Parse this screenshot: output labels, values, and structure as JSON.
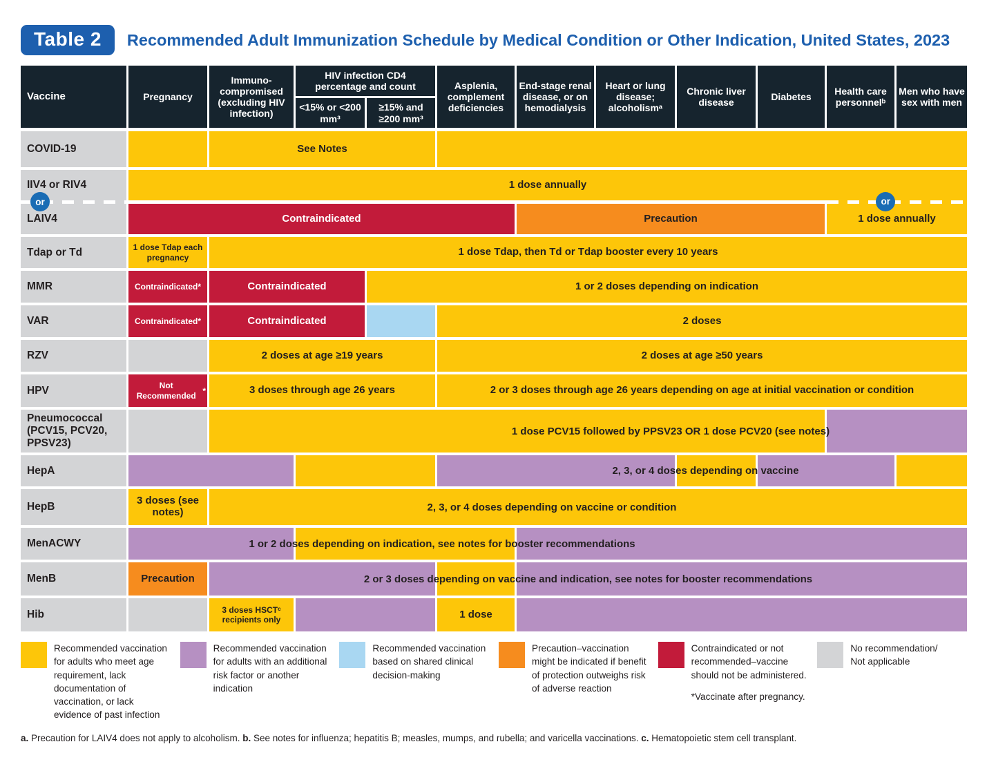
{
  "palette": {
    "yellow": "#FDC609",
    "purple": "#B690C2",
    "blue": "#A9D7F2",
    "orange": "#F68C1E",
    "red": "#C21B3A",
    "gray": "#D3D4D6",
    "header_dark": "#16242E",
    "title_blue": "#1D5FAE",
    "badge_blue": "#1D5FAE",
    "or_blue": "#1A6CB4"
  },
  "header": {
    "badge": "Table 2",
    "title": "Recommended Adult Immunization Schedule by Medical Condition or Other Indication, United States, 2023"
  },
  "columns": [
    {
      "label": "Vaccine"
    },
    {
      "label": "Pregnancy"
    },
    {
      "label": "Immuno-compromised (excluding HIV infection)"
    },
    {
      "group": "HIV infection CD4 percentage and count",
      "sub": [
        "<15% or <200 mm³",
        "≥15% and ≥200 mm³"
      ]
    },
    {
      "label": "Asplenia, complement deficiencies"
    },
    {
      "label": "End-stage renal disease, or on hemodialysis"
    },
    {
      "label": "Heart or lung disease; alcoholismᵃ"
    },
    {
      "label": "Chronic liver disease"
    },
    {
      "label": "Diabetes"
    },
    {
      "label": "Health care personnelᵇ"
    },
    {
      "label": "Men who have sex with men"
    }
  ],
  "rows": [
    {
      "label": "COVID-19",
      "h": 52,
      "cells": [
        {
          "c": "yellow",
          "s": 1,
          "e": 1
        },
        {
          "c": "yellow",
          "s": 2,
          "e": 4,
          "t": "See Notes"
        },
        {
          "c": "yellow",
          "s": 5,
          "e": 11
        }
      ]
    },
    {
      "type": "flu",
      "label_top": "IIV4 or RIV4",
      "label_bottom": "LAIV4",
      "or_label": "or",
      "top": {
        "c": "yellow",
        "t": "1 dose annually"
      },
      "bottom": [
        {
          "c": "red",
          "s": 1,
          "e": 5,
          "t": "Contraindicated",
          "tc": "white"
        },
        {
          "c": "orange",
          "s": 6,
          "e": 9,
          "t": "Precaution"
        },
        {
          "c": "yellow",
          "s": 10,
          "e": 11,
          "t": "1 dose annually"
        }
      ]
    },
    {
      "label": "Tdap or Td",
      "h": 45,
      "cells": [
        {
          "c": "yellow",
          "s": 1,
          "e": 1,
          "t": "1 dose Tdap each pregnancy",
          "small": true
        },
        {
          "c": "yellow",
          "s": 2,
          "e": 11,
          "t": "1 dose Tdap, then Td or Tdap booster every 10 years"
        }
      ]
    },
    {
      "label": "MMR",
      "h": 46,
      "cells": [
        {
          "c": "red",
          "s": 1,
          "e": 1,
          "t": "Contraindicated*",
          "small": true,
          "tc": "white"
        },
        {
          "c": "red",
          "s": 2,
          "e": 3,
          "t": "Contraindicated",
          "tc": "white"
        },
        {
          "c": "yellow",
          "s": 4,
          "e": 11,
          "t": "1 or 2 doses depending on indication"
        }
      ]
    },
    {
      "label": "VAR",
      "h": 46,
      "cells": [
        {
          "c": "red",
          "s": 1,
          "e": 1,
          "t": "Contraindicated*",
          "small": true,
          "tc": "white"
        },
        {
          "c": "red",
          "s": 2,
          "e": 3,
          "t": "Contraindicated",
          "tc": "white"
        },
        {
          "c": "blue",
          "s": 4,
          "e": 4
        },
        {
          "c": "yellow",
          "s": 5,
          "e": 11,
          "t": "2 doses"
        }
      ]
    },
    {
      "label": "RZV",
      "h": 46,
      "cells": [
        {
          "c": "gray",
          "s": 1,
          "e": 1
        },
        {
          "c": "yellow",
          "s": 2,
          "e": 4,
          "t": "2 doses at age ≥19 years"
        },
        {
          "c": "yellow",
          "s": 5,
          "e": 11,
          "t": "2 doses at age ≥50 years"
        }
      ]
    },
    {
      "label": "HPV",
      "h": 47,
      "cells": [
        {
          "c": "red",
          "s": 1,
          "e": 1,
          "t": "Not Recommended*",
          "small": true,
          "tc": "white"
        },
        {
          "c": "yellow",
          "s": 2,
          "e": 4,
          "t": "3 doses through age 26 years"
        },
        {
          "c": "yellow",
          "s": 5,
          "e": 11,
          "t": "2 or 3 doses through age 26 years depending on age at initial vaccination or condition"
        }
      ]
    },
    {
      "label": "Pneumococcal (PCV15, PCV20, PPSV23)",
      "h": 62,
      "cells": [
        {
          "c": "gray",
          "s": 1,
          "e": 1
        },
        {
          "c": "yellow",
          "s": 2,
          "e": 9
        },
        {
          "c": "purple",
          "s": 10,
          "e": 11
        }
      ],
      "overlay": {
        "t": "1 dose PCV15 followed by PPSV23 OR 1 dose PCV20 (see notes)",
        "s": 6,
        "e": 9
      }
    },
    {
      "label": "HepA",
      "h": 45,
      "cells": [
        {
          "c": "purple",
          "s": 1,
          "e": 2
        },
        {
          "c": "yellow",
          "s": 3,
          "e": 4
        },
        {
          "c": "purple",
          "s": 5,
          "e": 7
        },
        {
          "c": "yellow",
          "s": 8,
          "e": 8
        },
        {
          "c": "purple",
          "s": 9,
          "e": 10
        },
        {
          "c": "yellow",
          "s": 11,
          "e": 11
        }
      ],
      "overlay": {
        "t": "2, 3, or 4 doses depending on vaccine",
        "s": 6,
        "e": 10
      }
    },
    {
      "label": "HepB",
      "h": 52,
      "cells": [
        {
          "c": "yellow",
          "s": 1,
          "e": 1,
          "t": "3 doses (see notes)"
        },
        {
          "c": "yellow",
          "s": 2,
          "e": 11
        }
      ],
      "overlay": {
        "t": "2, 3, or 4 doses depending on vaccine or condition",
        "s": 2,
        "e": 10
      }
    },
    {
      "label": "MenACWY",
      "h": 46,
      "cells": [
        {
          "c": "purple",
          "s": 1,
          "e": 2
        },
        {
          "c": "yellow",
          "s": 3,
          "e": 5
        },
        {
          "c": "purple",
          "s": 6,
          "e": 11
        }
      ],
      "overlay": {
        "t": "1 or 2 doses depending on indication, see notes for booster recommendations",
        "s": 1,
        "e": 8
      }
    },
    {
      "label": "MenB",
      "h": 48,
      "cells": [
        {
          "c": "orange",
          "s": 1,
          "e": 1,
          "t": "Precaution"
        },
        {
          "c": "purple",
          "s": 2,
          "e": 4
        },
        {
          "c": "yellow",
          "s": 5,
          "e": 5
        },
        {
          "c": "purple",
          "s": 6,
          "e": 11
        }
      ],
      "overlay": {
        "t": "2 or 3 doses depending on vaccine and indication, see notes for booster recommendations",
        "s": 2,
        "e": 11
      }
    },
    {
      "label": "Hib",
      "h": 48,
      "cells": [
        {
          "c": "gray",
          "s": 1,
          "e": 1
        },
        {
          "c": "yellow",
          "s": 2,
          "e": 2,
          "t": "3 doses HSCTᶜ recipients only",
          "small": true
        },
        {
          "c": "purple",
          "s": 3,
          "e": 4
        },
        {
          "c": "yellow",
          "s": 5,
          "e": 5,
          "t": "1 dose"
        },
        {
          "c": "purple",
          "s": 6,
          "e": 11
        }
      ]
    }
  ],
  "legend": [
    {
      "color": "yellow",
      "text": "Recommended vaccination for adults who meet age requirement, lack documentation of vaccination, or lack evidence of past infection"
    },
    {
      "color": "purple",
      "text": "Recommended vaccination for adults with an additional risk factor or another indication"
    },
    {
      "color": "blue",
      "text": "Recommended vaccination based on shared clinical decision-making"
    },
    {
      "color": "orange",
      "text": "Precaution–vaccination might be indicated if benefit of protection outweighs risk of adverse reaction"
    },
    {
      "color": "red",
      "text": "Contraindicated or not recommended–vaccine should not be administered.",
      "note": "*Vaccinate after pregnancy."
    },
    {
      "color": "gray",
      "text": "No recommendation/\nNot applicable"
    }
  ],
  "footnotes": [
    {
      "label": "a.",
      "text": " Precaution for LAIV4 does not apply to alcoholism."
    },
    {
      "label": "b.",
      "text": " See notes for influenza; hepatitis B; measles, mumps, and rubella; and varicella vaccinations."
    },
    {
      "label": "c.",
      "text": " Hematopoietic stem cell transplant."
    }
  ]
}
